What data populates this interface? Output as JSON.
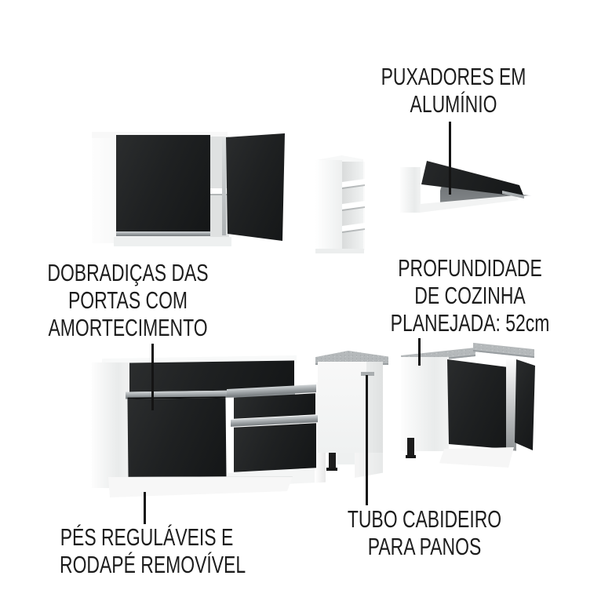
{
  "callouts": {
    "handles": {
      "lines": [
        "PUXADORES EM",
        "ALUMÍNIO"
      ]
    },
    "hinges": {
      "lines": [
        "DOBRADIÇAS DAS",
        "PORTAS COM",
        "AMORTECIMENTO"
      ]
    },
    "depth": {
      "lines": [
        "PROFUNDIDADE",
        "DE COZINHA",
        "PLANEJADA: 52cm"
      ]
    },
    "feet": {
      "lines": [
        "PÉS REGULÁVEIS E",
        "RODAPÉ REMOVÍVEL"
      ]
    },
    "towel_tube": {
      "lines": [
        "TUBO CABIDEIRO",
        "PARA PANOS"
      ]
    }
  },
  "colors": {
    "background": "#ffffff",
    "text": "#1c1c1c",
    "leader_line": "#141414",
    "door_black": "#1f2122",
    "carcass_white": "#f2f3f3",
    "countertop_gray": "#b5b9bb",
    "aluminum_handle": "#9ba0a3"
  }
}
